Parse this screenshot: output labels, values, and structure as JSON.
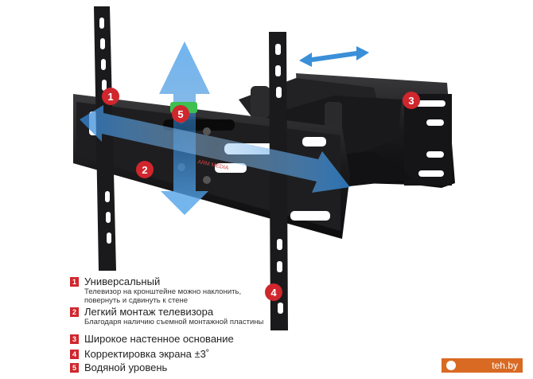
{
  "markers": [
    "1",
    "2",
    "3",
    "4",
    "5"
  ],
  "brand_label": "ARM MEDIA",
  "legend": [
    {
      "num": "1",
      "title": "Универсальный",
      "desc": "Телевизор на кронштейне можно наклонить, повернуть и сдвинуть к стене"
    },
    {
      "num": "2",
      "title": "Легкий монтаж телевизора",
      "desc": "Благодаря наличию съемной монтажной пластины"
    },
    {
      "num": "3",
      "title": "Широкое настенное основание",
      "desc": ""
    },
    {
      "num": "4",
      "title": "Корректировка экрана ±3˚",
      "desc": ""
    },
    {
      "num": "5",
      "title": "Водяной уровень",
      "desc": ""
    }
  ],
  "watermark": "teh.by",
  "colors": {
    "accent": "#d0262d",
    "arrow": "#3a8fd8",
    "metal": "#1c1c1e",
    "watermark": "#d96a23"
  }
}
